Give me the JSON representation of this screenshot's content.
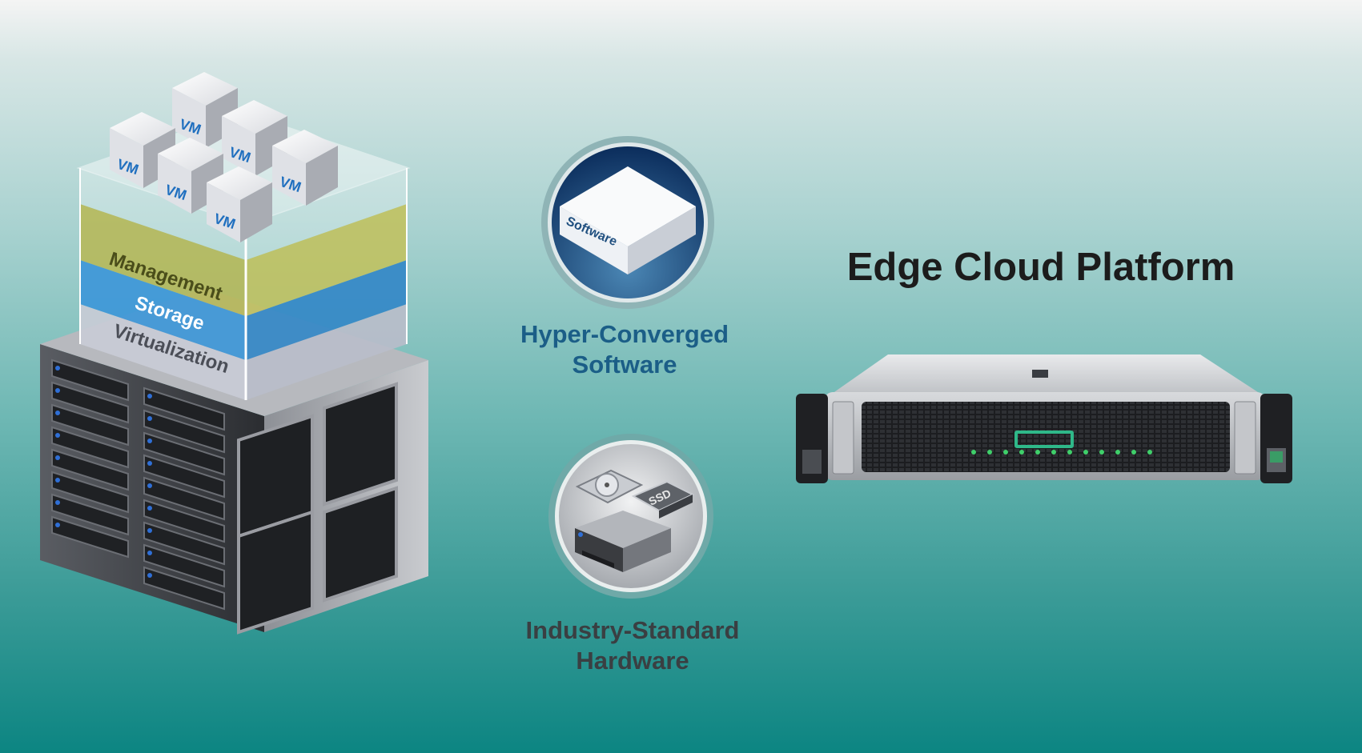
{
  "left_stack": {
    "vm_label": "VM",
    "layers": {
      "management": "Management",
      "storage": "Storage",
      "virtualization": "Virtualization"
    }
  },
  "software_badge": {
    "box_label": "Software",
    "caption_line1": "Hyper-Converged",
    "caption_line2": "Software"
  },
  "hardware_badge": {
    "ssd_label": "SSD",
    "caption_line1": "Industry-Standard",
    "caption_line2": "Hardware"
  },
  "platform": {
    "title": "Edge Cloud Platform"
  },
  "colors": {
    "software_caption": "#1b5e87",
    "hardware_caption": "#3a3f42",
    "title": "#1c1c1c",
    "server_accent": "#2fb889"
  }
}
